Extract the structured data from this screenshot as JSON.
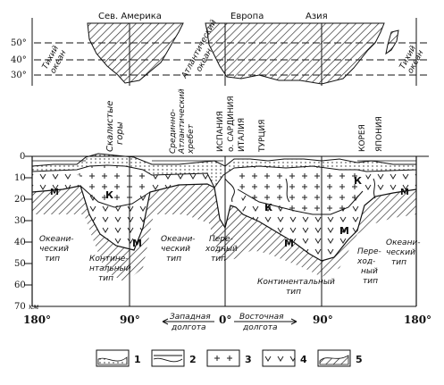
{
  "continents": {
    "north_america": "Сев. Америка",
    "europe": "Европа",
    "asia": "Азия"
  },
  "latitudes": [
    "50°",
    "40°",
    "30°"
  ],
  "oceans": {
    "pacific_left": [
      "Тихий",
      "океан"
    ],
    "atlantic": [
      "Атлантический",
      "океан"
    ],
    "pacific_right": [
      "Тихий",
      "океан"
    ]
  },
  "features": {
    "rocky_mountains": [
      "Скалистые",
      "горы"
    ],
    "mid_atlantic_ridge": [
      "Срединно-",
      "Атлантический",
      "хребет"
    ],
    "spain": "ИСПАНИЯ",
    "sardinia": "о. САРДИНИЯ",
    "italy": "ИТАЛИЯ",
    "turkey": "ТУРЦИЯ",
    "korea": "КОРЕЯ",
    "japan": "ЯПОНИЯ"
  },
  "depth_unit": "км",
  "depth_ticks": [
    "0",
    "10",
    "20",
    "30",
    "40",
    "50",
    "60",
    "70"
  ],
  "layer_marks": {
    "k": "К",
    "m": "М"
  },
  "crust_types": {
    "oceanic_left": [
      "Океани-",
      "ческий",
      "тип"
    ],
    "continental_left": [
      "Контине-",
      "нтальный",
      "тип"
    ],
    "oceanic_mid": [
      "Океани-",
      "ческий",
      "тип"
    ],
    "transitional_mid": [
      "Пере-",
      "ходный",
      "тип"
    ],
    "continental_right": [
      "Континентальный",
      "тип"
    ],
    "transitional_right": [
      "Пере-",
      "ход-",
      "ный",
      "тип"
    ],
    "oceanic_right": [
      "Океани-",
      "ческий",
      "тип"
    ]
  },
  "longitudes": {
    "l180": "180°",
    "l90w": "90°",
    "l0": "0°",
    "l90e": "90°",
    "r180": "180°"
  },
  "longitude_arrows": {
    "west": [
      "Западная",
      "долгота"
    ],
    "east": [
      "Восточная",
      "долгота"
    ]
  },
  "legend": [
    "1",
    "2",
    "3",
    "4",
    "5"
  ]
}
